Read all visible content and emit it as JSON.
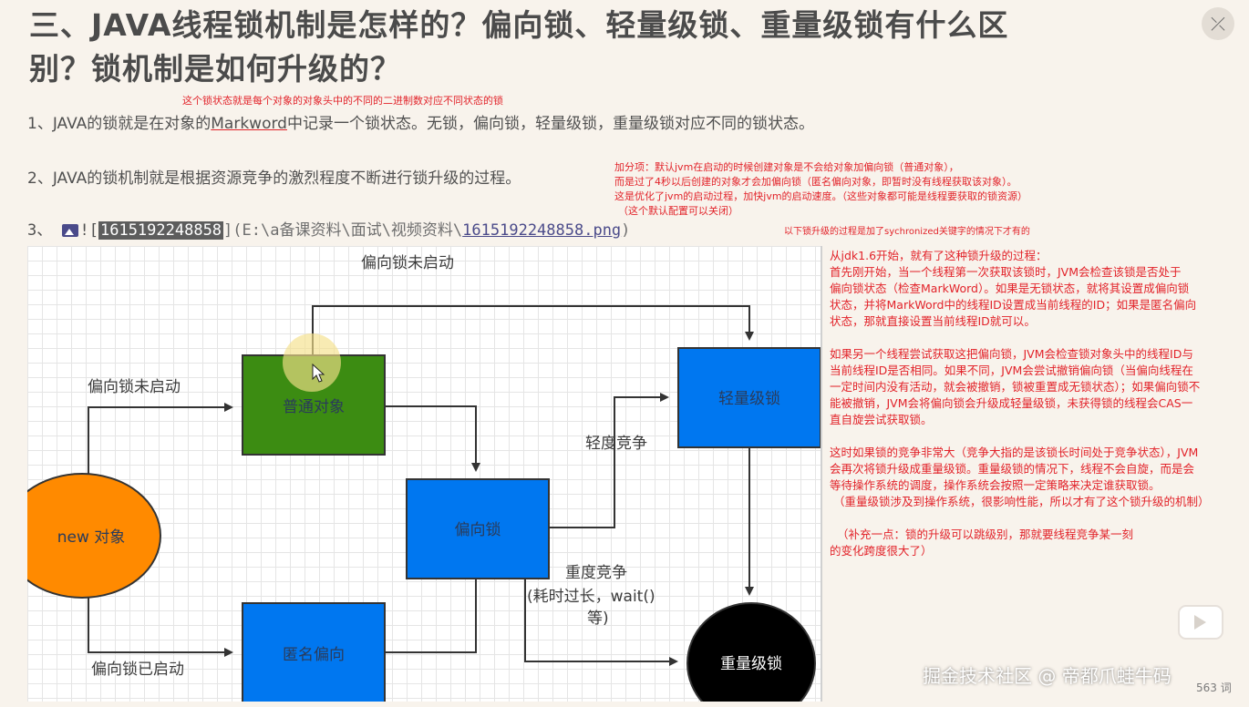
{
  "title": "三、JAVA线程锁机制是怎样的？偏向锁、轻量级锁、重量级锁有什么区别？锁机制是如何升级的？",
  "annotations": {
    "markword_note": "这个锁状态就是每个对象的对象头中的不同的二进制数对应不同状态的锁",
    "bonus_lines": [
      "加分项：默认jvm在启动的时候创建对象是不会给对象加偏向锁（普通对象），",
      "而是过了4秒以后创建的对象才会加偏向锁（匿名偏向对象，即暂时没有线程获取该对象）。",
      "这是优化了jvm的启动过程，加快jvm的启动速度。（这些对象都可能是线程要获取的锁资源）",
      "（这个默认配置可以关闭）"
    ],
    "upgrade_note": "以下锁升级的过程是加了sychronized关键字的情况下才有的"
  },
  "items": {
    "item1_prefix": "1、JAVA的锁就是在对象的",
    "item1_markword": "Markword",
    "item1_suffix": "中记录一个锁状态。无锁，偏向锁，轻量级锁，重量级锁对应不同的锁状态。",
    "item2": "2、JAVA的锁机制就是根据资源竞争的激烈程度不断进行锁升级的过程。",
    "item3_prefix": "3、",
    "item3_bang": "![",
    "item3_id": "1615192248858",
    "item3_path_a": "](E:\\a备课资料\\面试\\视频资料\\",
    "item3_file": "1615192248858.png",
    "item3_close": ")"
  },
  "diagram": {
    "label_top": "偏向锁未启动",
    "label_left_top": "偏向锁未启动",
    "label_left_bottom": "偏向锁已启动",
    "label_light": "轻度竞争",
    "label_heavy_1": "重度竞争",
    "label_heavy_2": "(耗时过长，wait()",
    "label_heavy_3": "等)",
    "node_new": "new 对象",
    "node_normal": "普通对象",
    "node_biased": "偏向锁",
    "node_anon": "匿名偏向",
    "node_light": "轻量级锁",
    "node_heavy": "重量级锁",
    "colors": {
      "new": "#ff8a00",
      "normal": "#3c8c12",
      "blue": "#0077f0",
      "heavy": "#000000"
    }
  },
  "notes": {
    "p1": [
      "从jdk1.6开始，就有了这种锁升级的过程：",
      "首先刚开始，当一个线程第一次获取该锁时，JVM会检查该锁是否处于",
      "偏向锁状态（检查MarkWord）。如果是无锁状态，就将其设置成偏向锁",
      "状态，并将MarkWord中的线程ID设置成当前线程的ID；如果是匿名偏向",
      "状态，那就直接设置当前线程ID就可以。"
    ],
    "p2": [
      "如果另一个线程尝试获取这把偏向锁，JVM会检查锁对象头中的线程ID与",
      "当前线程ID是否相同。如果不同，JVM会尝试撤销偏向锁（当偏向线程在",
      "一定时间内没有活动，就会被撤销，锁被重置成无锁状态）；如果偏向锁不",
      "能被撤销，JVM会将偏向锁会升级成轻量级锁，未获得锁的线程会CAS一",
      "直自旋尝试获取锁。"
    ],
    "p3": [
      "这时如果锁的竞争非常大（竞争大指的是该锁长时间处于竞争状态），JVM",
      "会再次将锁升级成重量级锁。重量级锁的情况下，线程不会自旋，而是会",
      "等待操作系统的调度，操作系统会按照一定策略来决定谁获取锁。",
      "（重量级锁涉及到操作系统，很影响性能，所以才有了这个锁升级的机制）"
    ],
    "p4": [
      "（补充一点：锁的升级可以跳级别，那就要线程竞争某一刻",
      "的变化跨度很大了）"
    ]
  },
  "watermark": "掘金技术社区 @ 帝都爪蛙牛码",
  "word_count": "563 词",
  "icons": {
    "close": "close-icon",
    "image": "image-icon",
    "video": "video-icon",
    "cursor": "cursor-icon"
  }
}
